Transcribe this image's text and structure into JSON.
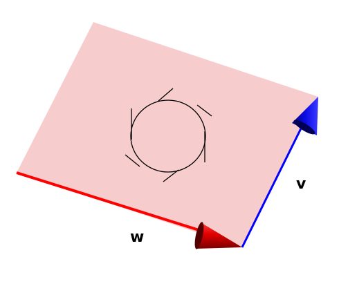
{
  "diagram": {
    "plane_color": "#f7cccc",
    "vectors": [
      {
        "id": "w",
        "label": "w",
        "color": "#ff0000",
        "cone_color": "#ee1111"
      },
      {
        "id": "v",
        "label": "v",
        "color": "#0000ff",
        "cone_color": "#1111ee"
      }
    ],
    "label_color": "#000000",
    "circle_color": "#000000"
  }
}
